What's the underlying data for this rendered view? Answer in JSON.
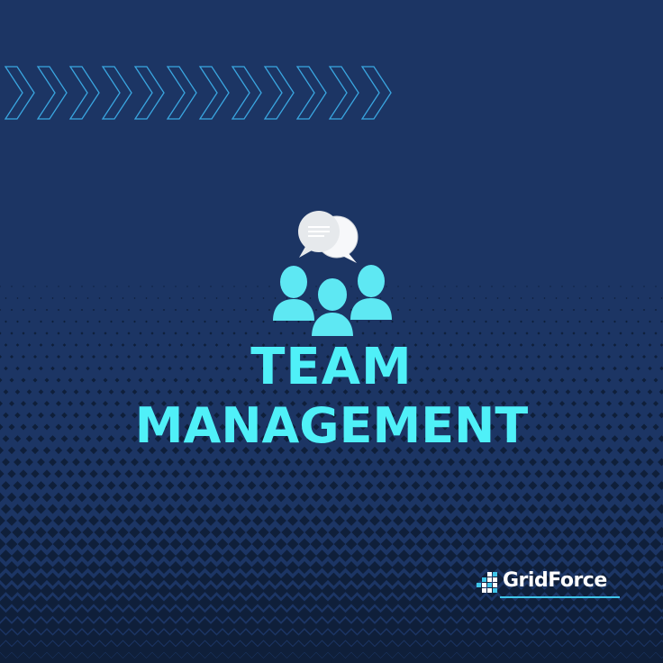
{
  "title": {
    "line1": "TEAM",
    "line2": "MANAGEMENT"
  },
  "brand": {
    "name": "GridForce"
  },
  "icons": {
    "chat": "chat-bubbles-icon",
    "team": "team-people-icon",
    "chevrons": "chevron-right-icon",
    "brand": "gridforce-logo-icon"
  },
  "colors": {
    "background": "#1c3564",
    "accent": "#4ff0f8",
    "chevron_stroke": "#3aa6e0",
    "dots": "#0f1f3a",
    "bubble": "#e9ecef",
    "brand_text": "#ffffff",
    "brand_underline": "#3fc6ea"
  }
}
